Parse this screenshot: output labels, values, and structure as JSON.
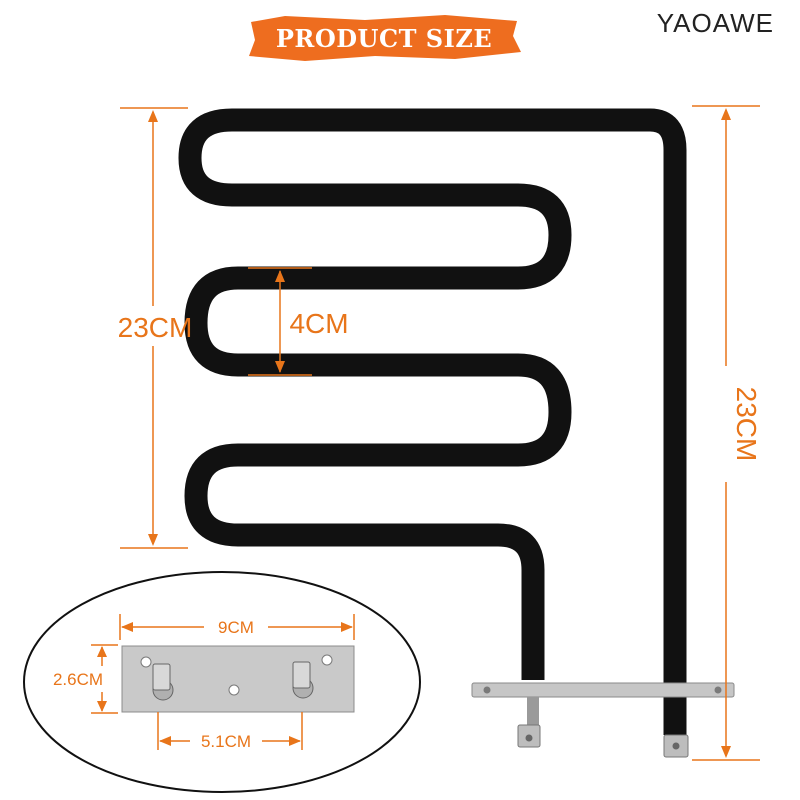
{
  "header": {
    "banner_text": "PRODUCT SIZE",
    "brand": "YAOAWE"
  },
  "dimensions": {
    "left_height": "23CM",
    "right_height": "23CM",
    "loop_gap": "4CM",
    "plate_width": "9CM",
    "plate_height": "2.6CM",
    "terminal_spacing": "5.1CM"
  },
  "colors": {
    "accent": "#e8751a",
    "element": "#111111",
    "plate": "#c9c9c9"
  }
}
